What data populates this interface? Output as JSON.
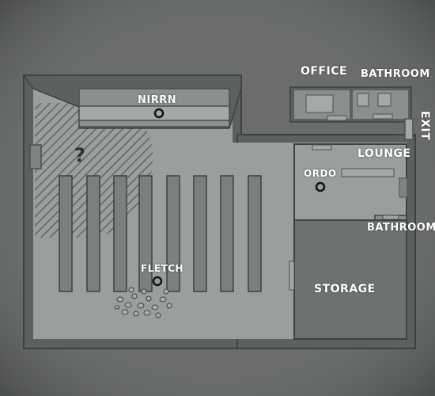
{
  "rooms": {
    "office": "OFFICE",
    "bathroom_top": "BATHROOM",
    "exit": "EXIT",
    "lounge": "LOUNGE",
    "bathroom_right": "BATHROOM",
    "storage": "STORAGE"
  },
  "characters": {
    "nirrn": "NIRRN",
    "ordo": "ORDO",
    "fletch": "FLETCH"
  },
  "unknown_marker": "?",
  "colors": {
    "background": "#6a6d6b",
    "floor": "#9a9e9c",
    "wall": "#5c605e",
    "storage_floor": "#6e726f",
    "text": "#ffffff"
  }
}
